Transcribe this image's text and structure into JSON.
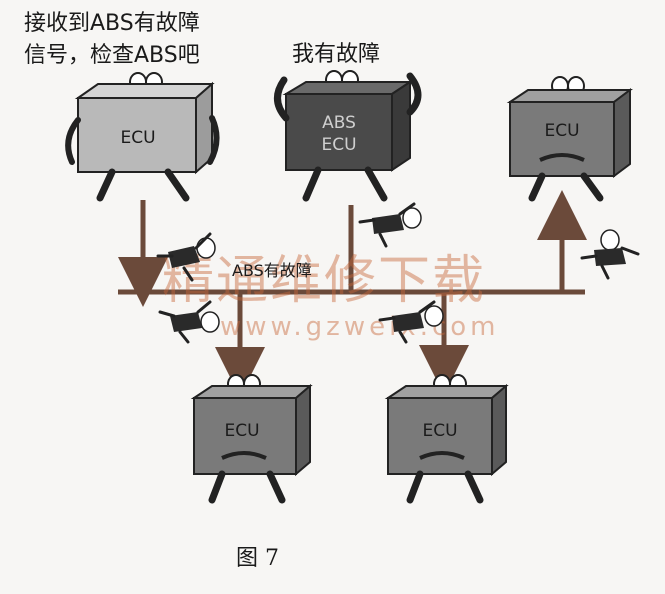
{
  "captions": {
    "receive_line1": "接收到ABS有故障",
    "receive_line2": "信号，检查ABS吧",
    "fault": "我有故障"
  },
  "ecus": [
    {
      "id": "ecu-top-left",
      "label": "ECU"
    },
    {
      "id": "ecu-abs",
      "label_line1": "ABS",
      "label_line2": "ECU"
    },
    {
      "id": "ecu-top-right",
      "label": "ECU"
    },
    {
      "id": "ecu-bottom-left",
      "label": "ECU"
    },
    {
      "id": "ecu-bottom-right",
      "label": "ECU"
    }
  ],
  "bus": {
    "label": "ABS有故障"
  },
  "watermark": {
    "text": "精通维修下载",
    "url": "www.gzweix.com"
  },
  "figure_label": "图 7",
  "colors": {
    "line": "#6b4a3a",
    "box_light": "#b9b9b9",
    "box_dark": "#4a4a4a",
    "box_mid": "#7a7a7a",
    "watermark": "#c7673a"
  }
}
